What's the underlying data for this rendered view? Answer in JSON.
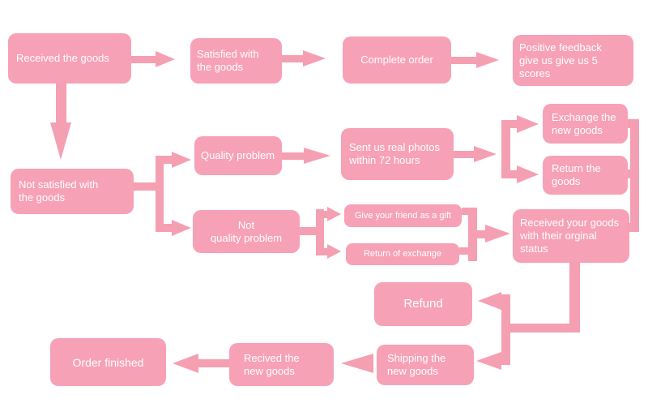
{
  "colors": {
    "node_fill": "#f7a1b6",
    "arrow": "#f59fb3",
    "text_color": "#ffffff",
    "background": "#ffffff"
  },
  "flowchart": {
    "nodes": {
      "received_goods": {
        "label": "Received the goods"
      },
      "satisfied_with_goods": {
        "label": "Satisfied with\nthe goods"
      },
      "complete_order": {
        "label": "Complete order"
      },
      "positive_feedback": {
        "label": "Positive feedback\ngive us give us 5\nscores"
      },
      "not_satisfied": {
        "label": "Not satisfied with\nthe goods"
      },
      "quality_problem": {
        "label": "Quality problem"
      },
      "not_quality_problem": {
        "label": "Not\nquality problem"
      },
      "sent_photos": {
        "label": "Sent us real photos\nwithin 72 hours"
      },
      "exchange_new_goods": {
        "label": "Exchange the\nnew goods"
      },
      "return_goods": {
        "label": "Return the\ngoods"
      },
      "give_friend": {
        "label": "Give your friend as a gift"
      },
      "return_exchange": {
        "label": "Return of exchange"
      },
      "received_your_goods": {
        "label": "Received your goods\nwith their orginal\nstatus"
      },
      "refund": {
        "label": "Refund"
      },
      "shipping_new_goods": {
        "label": "Shipping the\nnew goods"
      },
      "recived_new_goods": {
        "label": "Recived the\nnew goods"
      },
      "order_finished": {
        "label": "Order finished"
      }
    },
    "edges": [
      {
        "from": "received_goods",
        "to": "satisfied_with_goods"
      },
      {
        "from": "satisfied_with_goods",
        "to": "complete_order"
      },
      {
        "from": "complete_order",
        "to": "positive_feedback"
      },
      {
        "from": "received_goods",
        "to": "not_satisfied"
      },
      {
        "from": "not_satisfied",
        "to": "quality_problem"
      },
      {
        "from": "not_satisfied",
        "to": "not_quality_problem"
      },
      {
        "from": "quality_problem",
        "to": "sent_photos"
      },
      {
        "from": "sent_photos",
        "to": "exchange_new_goods"
      },
      {
        "from": "sent_photos",
        "to": "return_goods"
      },
      {
        "from": "exchange_new_goods",
        "to": "received_your_goods"
      },
      {
        "from": "return_goods",
        "to": "received_your_goods"
      },
      {
        "from": "not_quality_problem",
        "to": "give_friend"
      },
      {
        "from": "not_quality_problem",
        "to": "return_exchange"
      },
      {
        "from": "give_friend",
        "to": "received_your_goods"
      },
      {
        "from": "return_exchange",
        "to": "received_your_goods"
      },
      {
        "from": "received_your_goods",
        "to": "refund"
      },
      {
        "from": "received_your_goods",
        "to": "shipping_new_goods"
      },
      {
        "from": "shipping_new_goods",
        "to": "recived_new_goods"
      },
      {
        "from": "recived_new_goods",
        "to": "order_finished"
      }
    ]
  }
}
